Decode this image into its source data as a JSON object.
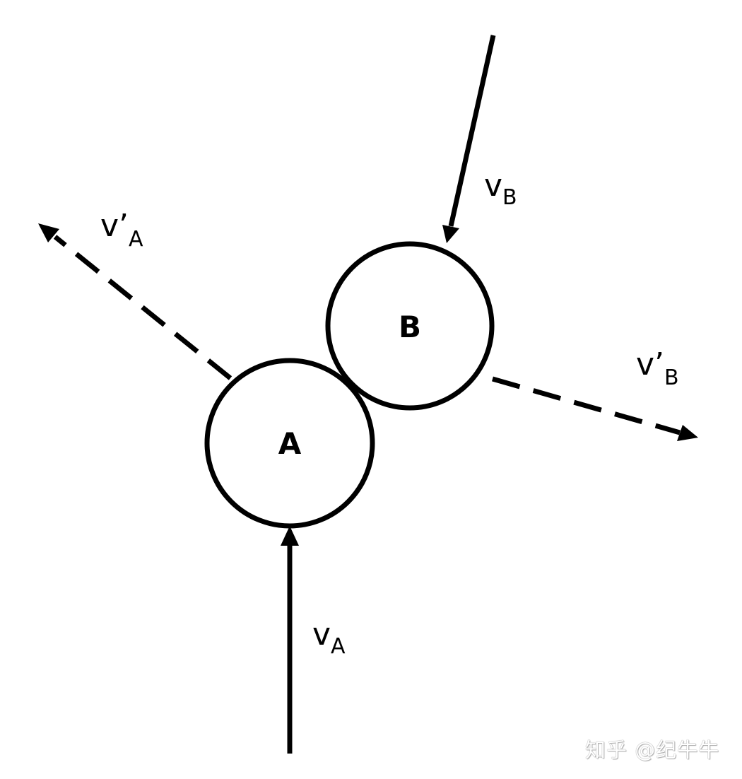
{
  "balls": {
    "a_label": "A",
    "b_label": "B"
  },
  "vectors": {
    "va": {
      "main": "v",
      "sub": "A"
    },
    "vb": {
      "main": "v",
      "sub": "B"
    },
    "va_prime": {
      "main": "v’",
      "sub": "A"
    },
    "vb_prime": {
      "main": "v’",
      "sub": "B"
    }
  },
  "watermark": "知乎 @纪牛牛",
  "colors": {
    "stroke": "#000000",
    "background": "#ffffff"
  }
}
